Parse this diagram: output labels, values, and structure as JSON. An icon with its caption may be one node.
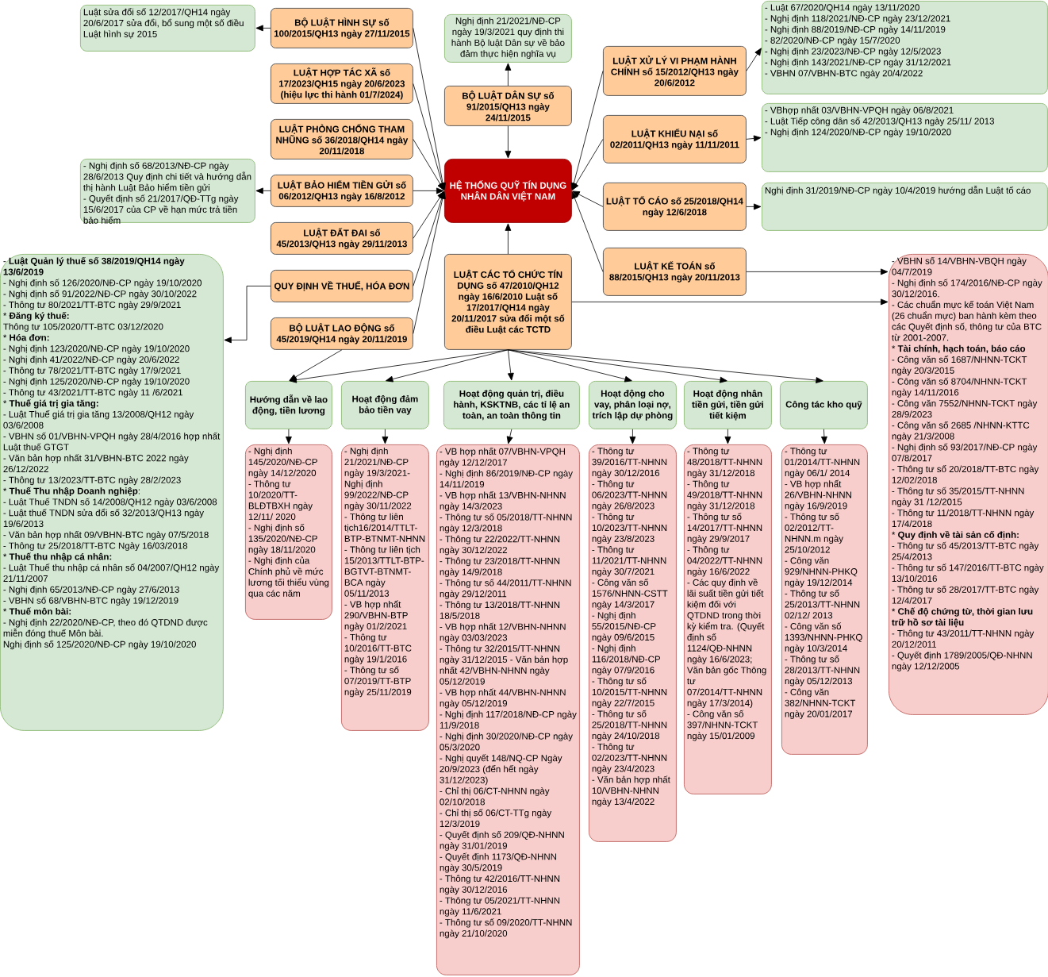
{
  "diagram": {
    "nodes": [
      {
        "text": [
          "Luật sửa đổi số 12/2017/QH14 ngày 20/6/2017 sửa đổi, bổ sung một số điều Luật hình sự 2015"
        ]
      },
      {
        "text": [
          "BỘ LUẬT HÌNH SỰ số 100/2015/QH13 ngày 27/11/2015"
        ]
      },
      {
        "text": [
          "Nghị định 21/2021/NĐ-CP ngày 19/3/2021 quy định thi hành Bộ luật Dân sự về bảo đảm thực hiện nghĩa vụ"
        ]
      },
      {
        "text": [
          "- Luật 67/2020/QH14 ngày 13/11/2020",
          "- Nghị định 118/2021/NĐ-CP ngày 23/12/2021",
          "- Nghị định 88/2019/NĐ-CP ngày 14/11/2019",
          "- 82/2020/NĐ-CP ngày 15/7/2020",
          "- Nghị định 23/2023/NĐ-CP ngày 12/5/2023",
          "- Nghị định 143/2021/NĐ-CP ngày 31/12/2021",
          "- VBHN 07/VBHN-BTC ngày 20/4/2022"
        ]
      },
      {
        "text": [
          "LUẬT XỬ LÝ VI PHẠM HÀNH CHÍNH số 15/2012/QH13 ngày 20/6/2012"
        ]
      },
      {
        "text": [
          "LUẬT HỢP TÁC XÃ số 17/2023/QH15 ngày 20/6/2023 (hiệu lực thi hành 01/7/2024)"
        ]
      },
      {
        "text": [
          "BỘ LUẬT DÂN SỰ số 91/2015/QH13 ngày 24/11/2015"
        ]
      },
      {
        "text": [
          "LUẬT KHIẾU NẠI số 02/2011/QH13 ngày 11/11/2011"
        ]
      },
      {
        "text": [
          "- VBhợp nhất 03/VBHN-VPQH ngày 06/8/2021",
          "- Luật Tiếp công dân số 42/2013/QH13 ngày 25/11/ 2013",
          "- Nghị định 124/2020/NĐ-CP ngày 19/10/2020"
        ]
      },
      {
        "text": [
          "LUẬT PHÒNG CHỐNG THAM NHŨNG số 36/2018/QH14 ngày 20/11/2018"
        ]
      },
      {
        "text": [
          "- Nghị định số 68/2013/NĐ-CP ngày 28/6/2013 Quy định chi tiết và hướng dẫn thị hành Luật Bảo hiểm tiền gửi",
          "- Quyết định số 21/2017/QĐ-TTg ngày 15/6/2017 của CP về hạn mức trả tiền bảo hiểm"
        ]
      },
      {
        "text": [
          "LUẬT BẢO HIỂM TIỀN GỬI số 06/2012/QH13 ngày 16/8/2012"
        ]
      },
      {
        "text": [
          "HỆ THỐNG QUỸ TÍN DỤNG NHÂN DÂN VIỆT NAM"
        ]
      },
      {
        "text": [
          "LUẬT TỐ CÁO số 25/2018/QH14 ngày 12/6/2018"
        ]
      },
      {
        "text": [
          "Nghị định 31/2019/NĐ-CP  ngày 10/4/2019 hướng dẫn Luật tố cáo"
        ]
      },
      {
        "text": [
          "LUẬT ĐẤT ĐAI số 45/2013/QH13 ngày 29/11/2013"
        ]
      },
      {
        "text": [
          "LUẬT KẾ TOÁN số 88/2015/QH13 ngày 20/11/2013"
        ]
      },
      {
        "text": [
          "- **Luật Quản lý thuế số 38/2019/QH14 ngày 13/6/2019**",
          "- Nghị định số 126/2020/NĐ-CP ngày 19/10/2020",
          "- Nghị định số 91/2022/NĐ-CP ngày 30/10/2022",
          "- Thông tư 80/2021/TT-BTC ngày 29/9/2021",
          "* **Đăng ký thuế:**",
          "Thông tư 105/2020/TT-BTC 03/12/2020",
          "* **Hóa đơn:**",
          "- Nghị định 123/2020/NĐ-CP ngày 19/10/2020",
          "- Nghị định 41/2022/NĐ-CP ngày 20/6/2022",
          "- Thông tư 78/2021/TT-BTC ngày 17/9/2021",
          "- Nghị định 125/2020/NĐ-CP ngày 19/10/2020",
          "- Thông tư 43/2021/TT-BTC ngày 11 /6/2021",
          "* **Thuế giá trị gia tăng:**",
          "- Luật Thuế giá trị gia tăng 13/2008/QH12 ngày 03/6/2008",
          "- VBHN số 01/VBHN-VPQH ngày 28/4/2016 hợp nhất Luật thuế GTGT",
          "- Văn bản hợp nhất 31/VBHN-BTC 2022 ngày 26/12/2022",
          "- Thông tư 13/2023/TT-BTC ngày 28/2/2023",
          "* **Thuế Thu nhập Doanh nghiệp**:",
          "- Luật Thuế TNDN số 14/2008/QH12 ngày 03/6/2008",
          "- Luật thuế TNDN sửa đổi số 32/2013/QH13 ngày 19/6/2013",
          "- Văn bản hợp nhất 09/VBHN-BTC ngày 07/5/2018",
          "- Thông tư 25/2018/TT-BTC Ngày 16/03/2018",
          "* **Thuế thu nhập cá nhân:**",
          "- Luật Thuế thu nhập cá nhân số 04/2007/QH12 ngày 21/11/2007",
          "- Nghị định 65/2013/NĐ-CP ngày 27/6/2013",
          "- VBHN số 68/VBHN-BTC ngày 19/12/2019",
          "* **Thuế môn bài:**",
          "- Nghị định 22/2020/NĐ-CP, theo đó QTDND được miễn đóng thuế Môn bài.",
          "Nghị định số 125/2020/NĐ-CP ngày 19/10/2020"
        ]
      },
      {
        "text": [
          "QUY ĐỊNH VỀ THUẾ, HÓA ĐƠN"
        ]
      },
      {
        "text": [
          "LUẬT CÁC TỔ CHỨC TÍN DỤNG số 47/2010/QH12 ngày 16/6/2010 Luật số 17/2017/QH14 ngày 20/11/2017 sửa đổi một số điều Luật các TCTD"
        ]
      },
      {
        "text": [
          "- VBHN số 14/VBHN-VBQH ngày 04/7/2019",
          "- Nghị định số 174/2016/NĐ-CP ngày 30/12/2016.",
          "- Các chuẩn mực kế toán Việt Nam (26 chuẩn mực) ban hành kèm theo các Quyết định số, thông tư của BTC từ 2001-2007.",
          "* **Tài chính, hạch toán, báo cáo**",
          "- Công văn số 1687/NHNN-TCKT ngày 20/3/2015",
          "- Công văn số 8704/NHNN-TCKT ngày 14/11/2016",
          "- Công văn 7552/NHNN-TCKT ngày 28/9/2023",
          "- Công văn số 2685 /NHNN-KTTC ngày 21/3/2008",
          "- Nghị định số 93/2017/NĐ-CP ngày 07/8/2017",
          "- Thông tư số 20/2018/TT-BTC ngày 12/02/2018",
          "- Thông tư số 35/2015/TT-NHNN ngày 31 /12/2015",
          "- Thông tư 11/2018/TT-NHNN ngày 17/4/2018",
          "* **Quy định về tài sản cố định:**",
          "- Thông tư số 45/2013/TT-BTC ngày 25/4/2013",
          "- Thông tư số 147/2016/TT-BTC ngày 13/10/2016",
          "- Thông tư số 28/2017/TT-BTC ngày 12/4/2017",
          "* **Chế độ chứng từ, thời gian lưu trữ hồ sơ tài liệu**",
          "- Thông tư 43/2011/TT-NHNN ngày 20/12/2011",
          "-  Quyết định 1789/2005/QĐ-NHNN ngày 12/12/2005"
        ]
      },
      {
        "text": [
          "BỘ LUẬT LAO ĐỘNG số 45/2019/QH14 ngày 20/11/2019"
        ]
      },
      {
        "text": [
          "Hướng dẫn về lao động, tiền lương"
        ]
      },
      {
        "text": [
          "Hoạt động đảm bảo tiền vay"
        ]
      },
      {
        "text": [
          "Hoạt động quản trị, điều hành, KSKTNB, các tỉ lệ an toàn, an toàn thông tin"
        ]
      },
      {
        "text": [
          "Hoạt động cho vay, phân loại nợ, trích lập dự phòng"
        ]
      },
      {
        "text": [
          "Hoạt động nhân tiền gửi, tiền gửi tiết kiệm"
        ]
      },
      {
        "text": [
          "Công tác kho quỹ"
        ]
      },
      {
        "text": [
          "- Nghị định 145/2020/NĐ-CP ngày 14/12/2020",
          "- Thông tư 10/2020/TT-BLĐTBXH ngày 12/11/ 2020",
          "- Nghị định số 135/2020/NĐ-CP ngày 18/11/2020",
          "- Nghị định của Chính phủ về mức lương tối thiểu vùng qua các năm"
        ]
      },
      {
        "text": [
          "- Nghị định 21/2021/NĐ-CP ngày 19/3/2021- Nghị định 99/2022/NĐ-CP ngày 30/11/2022",
          "- Thông tư liên tịch16/2014/TTLT-BTP-BTNMT-NHNN",
          "- Thông tư liên tịch 15/2013/TTLT-BTP-BGTVT-BTNMT-BCA ngày 05/11/2013",
          "- VB hợp nhất 290/VBHN-BTP ngày 01/2/2021",
          "- Thông tư 10/2016/TT-BTC ngày 19/1/2016",
          "- Thông tư số 07/2019/TT-BTP ngày 25/11/2019"
        ]
      },
      {
        "text": [
          "- VB hợp nhất 07/VBHN-VPQH ngày 12/12/2017",
          "- Nghị định 86/2019/NĐ-CP ngày 14/11/2019",
          "- VB hợp nhất 13/VBHN-NHNN ngày 14/3/2023",
          "- Thông tư số 05/2018/TT-NHNN ngày 12/3/2018",
          "- Thông tư 22/2022/TT-NHNN ngày 30/12/2022",
          "- Thông tư 23/2018/TT-NHNN ngày 14/9/2018",
          "- Thông tư số 44/2011/TT-NHNN ngày 29/12/2011",
          "- Thông tư 13/2018/TT-NHNN 18/5/2018",
          "- VB hợp nhất 12/VBHN-NHNN ngày 03/03/2023",
          "- Thông tư 32/2015/TT-NHNN ngày 31/12/2015 - Văn bản hợp nhất 42/VBHN-NHNN ngày 05/12/2019",
          "- VB hợp nhất 44/VBHN-NHNN ngày 05/12/2019",
          "- Nghị định 117/2018/NĐ-CP ngày 11/9/2018",
          "- Nghị định 30/2020/NĐ-CP ngày 05/3/2020",
          "- Nghị quyết 148/NQ-CP Ngày 20/9/2023 (đến hết ngày 31/12/2023)",
          "- Chỉ thị 06/CT-NHNN ngày 02/10/2018",
          "- Chỉ thị số 06/CT-TTg ngày 12/3/2019",
          "- Quyết định số 209/QĐ-NHNN ngày 31/01/2019",
          "- Quyết định 1173/QĐ-NHNN ngày 30/5/2019",
          "- Thông tư 42/2016/TT-NHNN ngày 30/12/2016",
          "- Thông tư 05/2021/TT-NHNN ngày 11/6/2021",
          "- Thông tư số 09/2020/TT-NHNN ngày 21/10/2020"
        ]
      },
      {
        "text": [
          "- Thông tư 39/2016/TT-NHNN ngày 30/12/2016",
          "- Thông tư 06/2023/TT-NHNN ngày 26/8/2023",
          "- Thông tư 10/2023/TT-NHNN ngày 23/8/2023",
          "- Thông tư 11/2021/TT-NHNN ngày 30/7/2021",
          "- Công văn số 1576/NHNN-CSTT ngày 14/3/2017",
          "- Nghị định 55/2015/NĐ-CP ngày 09/6/2015",
          "- Nghị định 116/2018/NĐ-CP ngày 07/9/2016",
          "- Thông tư số 10/2015/TT-NHNN ngày 22/7/2015",
          "- Thông tư số 25/2018/TT-NHNN ngày 24/10/2018",
          "- Thông tư 02/2023/TT-NHNN ngày 23/4/2023",
          "- Văn bản hợp nhất 10/VBHN-NHNN ngày 13/4/2022"
        ]
      },
      {
        "text": [
          "- Thông tư 48/2018/TT-NHNN ngày 31/12/2018",
          "- Thông tư 49/2018/TT-NHNN ngày 31/12/2018",
          "- Thông tư số 14/2017/TT-NHNN ngày 29/9/2017",
          "- Thông tư 04/2022/TT-NHNN ngày 16/6/2022",
          "- Các quy định về lãi suất tiền gửi tiết kiệm đối với QTDND trong thời kỳ kiểm tra. (Quyết định số 1124/QĐ-NHNN ngày 16/6/2023; Văn bản gốc Thông tư 07/2014/TT-NHNN ngày 17/3/2014)",
          "- Công văn số 397/NHNN-TCKT ngày 15/01/2009"
        ]
      },
      {
        "text": [
          "- Thông tư 01/2014/TT-NHNN ngày 06/1/ 2014",
          "- VB hợp nhất 26/VBHN-NHNN ngày 16/9/2019",
          "- Thông tư số 02/2012/TT-NHNN.m ngày 25/10/2012",
          "- Công văn 929/NHNN-PHKQ ngày 19/12/2014",
          "- Thông tư số 25/2013/TT-NHNN 02/12/ 2013",
          "- Công văn số 1393/NHNN-PHKQ ngày 10/3/2014",
          "- Thông tư số 28/2013/TT-NHNN ngày 05/12/2013",
          "- Công văn 382/NHNN-TCKT ngày 20/01/2017"
        ]
      }
    ],
    "edges": [
      {
        "from": 1,
        "to": 0,
        "arrow": "to"
      },
      {
        "from": 1,
        "to": 12,
        "arrow": "to"
      },
      {
        "from": 5,
        "to": 12,
        "arrow": "to"
      },
      {
        "from": 9,
        "to": 12,
        "arrow": "to"
      },
      {
        "from": 11,
        "to": 12,
        "arrow": "to"
      },
      {
        "from": 15,
        "to": 12,
        "arrow": "to"
      },
      {
        "from": 18,
        "to": 12,
        "arrow": "to"
      },
      {
        "from": 21,
        "to": 12,
        "arrow": "to"
      },
      {
        "from": 11,
        "to": 10,
        "arrow": "to"
      },
      {
        "from": 6,
        "to": 2,
        "arrow": "to"
      },
      {
        "from": 6,
        "to": 12,
        "arrow": "to"
      },
      {
        "from": 4,
        "to": 12,
        "arrow": "to"
      },
      {
        "from": 7,
        "to": 12,
        "arrow": "to"
      },
      {
        "from": 13,
        "to": 12,
        "arrow": "to"
      },
      {
        "from": 16,
        "to": 12,
        "arrow": "to"
      },
      {
        "from": 4,
        "to": 3,
        "arrow": "to"
      },
      {
        "from": 7,
        "to": 8,
        "arrow": "to"
      },
      {
        "from": 13,
        "to": 14,
        "arrow": "to"
      },
      {
        "from": 16,
        "to": 20,
        "arrow": "to"
      },
      {
        "from": 19,
        "to": 12,
        "arrow": "to"
      },
      {
        "from": 19,
        "to": 20,
        "arrow": "to"
      },
      {
        "from": 18,
        "to": 17,
        "arrow": "to"
      },
      {
        "from": 21,
        "to": 22,
        "arrow": "to"
      },
      {
        "from": 19,
        "to": 22,
        "arrow": "to"
      },
      {
        "from": 19,
        "to": 23,
        "arrow": "to"
      },
      {
        "from": 19,
        "to": 24,
        "arrow": "to"
      },
      {
        "from": 19,
        "to": 25,
        "arrow": "to"
      },
      {
        "from": 19,
        "to": 26,
        "arrow": "to"
      },
      {
        "from": 19,
        "to": 27,
        "arrow": "to"
      },
      {
        "from": 22,
        "to": 28,
        "arrow": "to"
      },
      {
        "from": 23,
        "to": 29,
        "arrow": "to"
      },
      {
        "from": 24,
        "to": 30,
        "arrow": "to"
      },
      {
        "from": 25,
        "to": 31,
        "arrow": "to"
      },
      {
        "from": 26,
        "to": 32,
        "arrow": "to"
      },
      {
        "from": 27,
        "to": 33,
        "arrow": "to"
      }
    ]
  }
}
